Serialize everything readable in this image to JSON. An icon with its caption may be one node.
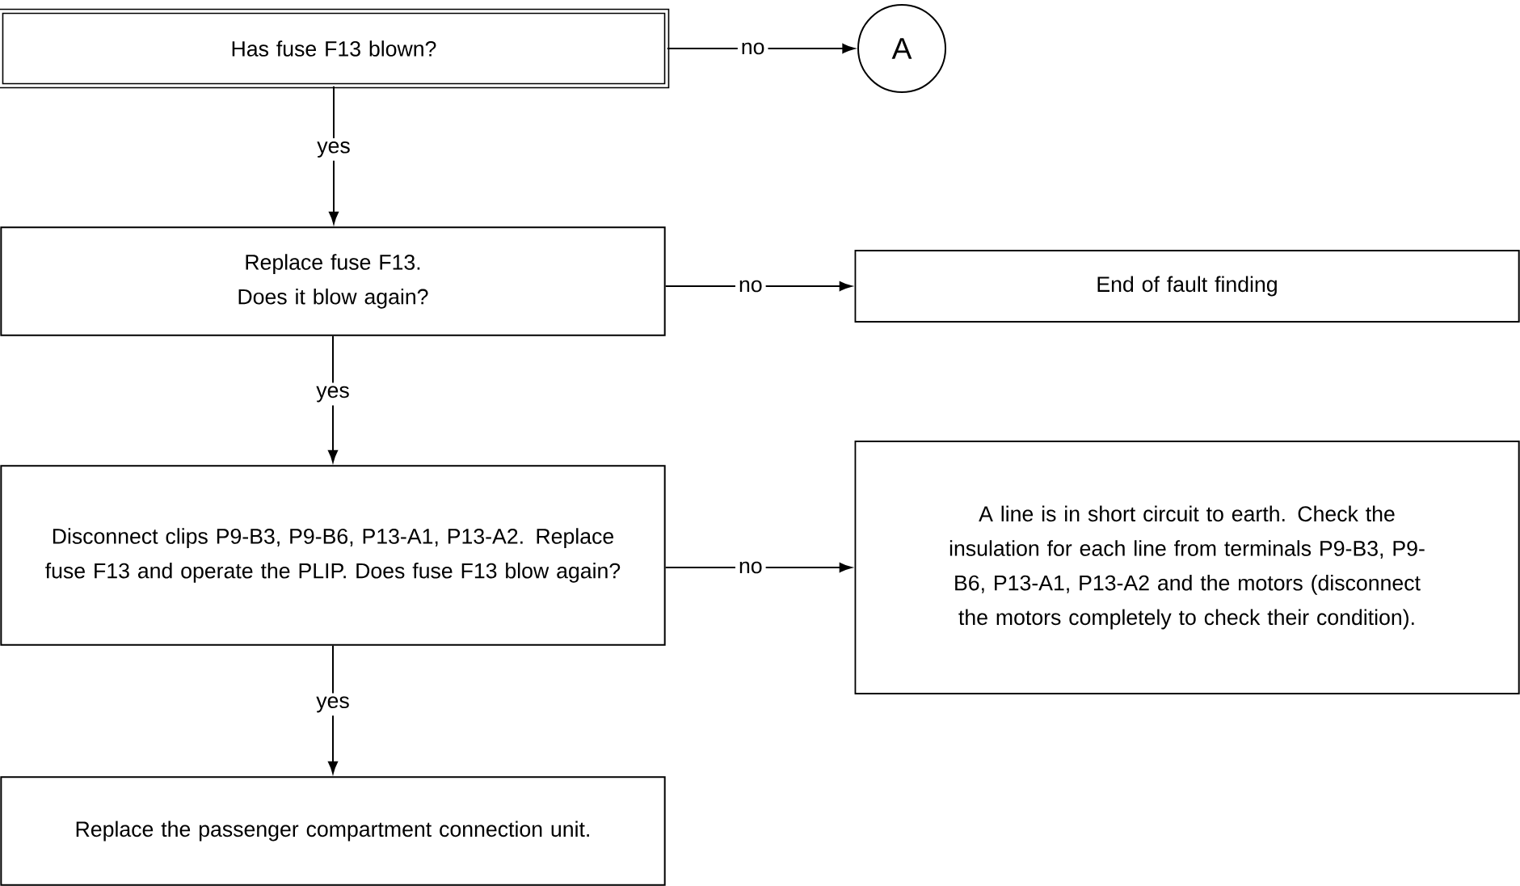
{
  "diagram": {
    "nodes": [
      {
        "text": [
          "Has fuse F13 blown?"
        ]
      },
      {
        "text": [
          "A"
        ]
      },
      {
        "text": [
          "Replace fuse F13. Does it blow again?"
        ]
      },
      {
        "text": [
          "End of fault finding"
        ]
      },
      {
        "text": [
          "Disconnect clips P9-B3, P9-B6, P13-A1, P13-A2. Replace fuse F13 and operate the PLIP. Does fuse F13 blow again?"
        ]
      },
      {
        "text": [
          "A line is in short circuit to earth. Check the insulation for each line from terminals P9-B3, P9-B6, P13-A1, P13-A2 and the motors (disconnect the motors completely to check their condition)."
        ]
      },
      {
        "text": [
          "Replace the passenger compartment connection unit."
        ]
      }
    ],
    "edges": [
      {
        "from": 0,
        "to": 1,
        "arrow": "to",
        "label": "no"
      },
      {
        "from": 0,
        "to": 2,
        "arrow": "to",
        "label": "yes"
      },
      {
        "from": 2,
        "to": 3,
        "arrow": "to",
        "label": "no"
      },
      {
        "from": 2,
        "to": 4,
        "arrow": "to",
        "label": "yes"
      },
      {
        "from": 4,
        "to": 5,
        "arrow": "to",
        "label": "no"
      },
      {
        "from": 4,
        "to": 6,
        "arrow": "to",
        "label": "yes"
      }
    ]
  }
}
